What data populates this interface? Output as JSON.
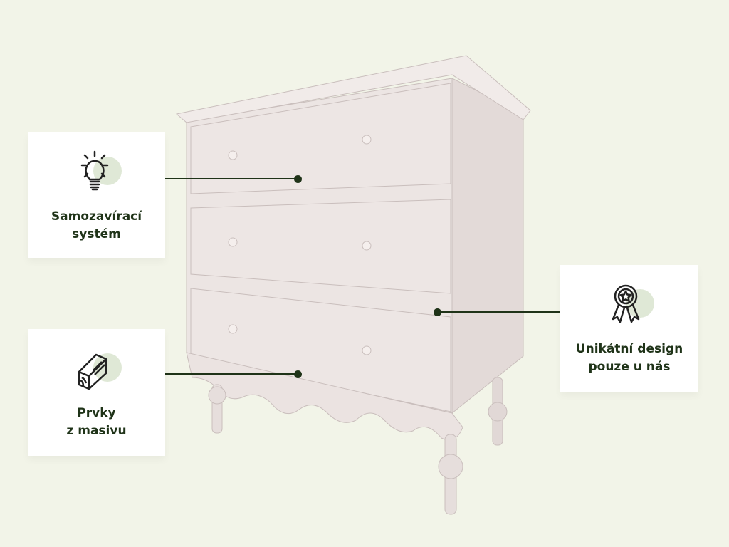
{
  "features": [
    {
      "icon": "lightbulb-icon",
      "label_line1": "Samozavírací",
      "label_line2": "systém"
    },
    {
      "icon": "wood-block-icon",
      "label_line1": "Prvky",
      "label_line2": "z masivu"
    },
    {
      "icon": "award-ribbon-icon",
      "label_line1": "Unikátní design",
      "label_line2": "pouze u nás"
    }
  ],
  "colors": {
    "accent": "#1f3318",
    "background": "#f2f4e8",
    "blob": "#dfe8d6",
    "furniture": "#ebe3e1"
  }
}
